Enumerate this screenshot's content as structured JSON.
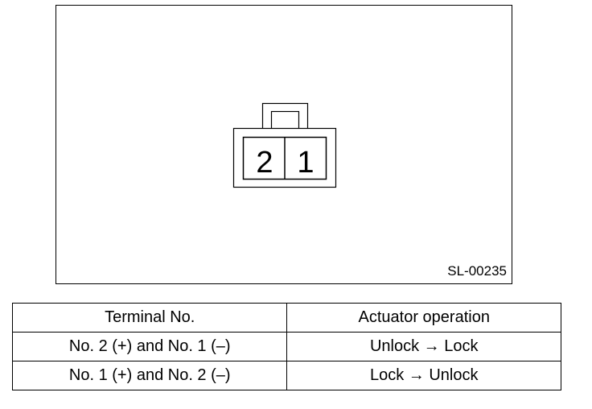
{
  "figure": {
    "connector_terminals": [
      "2",
      "1"
    ],
    "code": "SL-00235"
  },
  "table": {
    "headers": [
      "Terminal No.",
      "Actuator operation"
    ],
    "rows": [
      [
        "No. 2 (+) and No. 1 (–)",
        "Unlock → Lock"
      ],
      [
        "No. 1 (+) and No. 2 (–)",
        "Lock → Unlock"
      ]
    ]
  }
}
